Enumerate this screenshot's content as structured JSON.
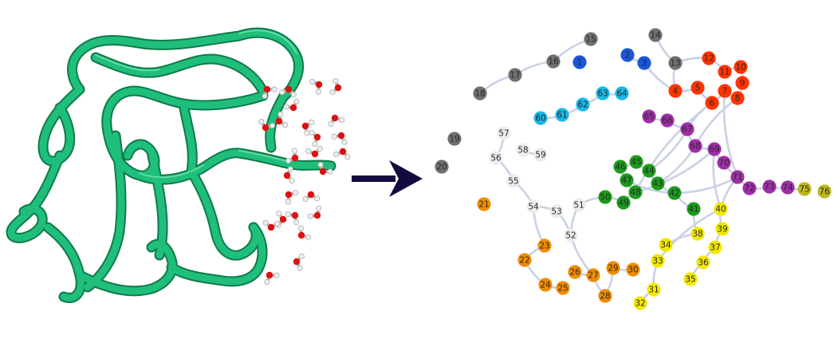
{
  "colors": {
    "gray": "#707070",
    "blue": "#1a55dd",
    "red": "#ff3300",
    "cyan": "#18b8e6",
    "purple": "#a02ea8",
    "olive": "#bdb81c",
    "white": "#ececec",
    "green": "#1c9c1c",
    "yellow": "#f2e800",
    "orange": "#f08c00",
    "edge": "#c9d1e6",
    "ribbon": "#1fbf7b",
    "ribbon_dark": "#0f7a4b",
    "arrow": "#150a40",
    "water_o": "#dd1111",
    "water_h": "#eeeeee"
  },
  "nodes": [
    {
      "id": "1",
      "g": "blue"
    },
    {
      "id": "2",
      "g": "blue"
    },
    {
      "id": "3",
      "g": "blue"
    },
    {
      "id": "4",
      "g": "red"
    },
    {
      "id": "5",
      "g": "red"
    },
    {
      "id": "6",
      "g": "red"
    },
    {
      "id": "7",
      "g": "red"
    },
    {
      "id": "8",
      "g": "red"
    },
    {
      "id": "9",
      "g": "red"
    },
    {
      "id": "10",
      "g": "red"
    },
    {
      "id": "11",
      "g": "red"
    },
    {
      "id": "12",
      "g": "red"
    },
    {
      "id": "13",
      "g": "gray"
    },
    {
      "id": "14",
      "g": "gray"
    },
    {
      "id": "15",
      "g": "gray"
    },
    {
      "id": "16",
      "g": "gray"
    },
    {
      "id": "17",
      "g": "gray"
    },
    {
      "id": "18",
      "g": "gray"
    },
    {
      "id": "19",
      "g": "gray"
    },
    {
      "id": "20",
      "g": "gray"
    },
    {
      "id": "21",
      "g": "orange"
    },
    {
      "id": "22",
      "g": "orange"
    },
    {
      "id": "23",
      "g": "orange"
    },
    {
      "id": "24",
      "g": "orange"
    },
    {
      "id": "25",
      "g": "orange"
    },
    {
      "id": "26",
      "g": "orange"
    },
    {
      "id": "27",
      "g": "orange"
    },
    {
      "id": "28",
      "g": "orange"
    },
    {
      "id": "29",
      "g": "orange"
    },
    {
      "id": "30",
      "g": "orange"
    },
    {
      "id": "31",
      "g": "yellow"
    },
    {
      "id": "32",
      "g": "yellow"
    },
    {
      "id": "33",
      "g": "yellow"
    },
    {
      "id": "34",
      "g": "yellow"
    },
    {
      "id": "35",
      "g": "yellow"
    },
    {
      "id": "36",
      "g": "yellow"
    },
    {
      "id": "37",
      "g": "yellow"
    },
    {
      "id": "38",
      "g": "yellow"
    },
    {
      "id": "39",
      "g": "yellow"
    },
    {
      "id": "40",
      "g": "yellow"
    },
    {
      "id": "41",
      "g": "green"
    },
    {
      "id": "42",
      "g": "green"
    },
    {
      "id": "43",
      "g": "green"
    },
    {
      "id": "44",
      "g": "green"
    },
    {
      "id": "45",
      "g": "green"
    },
    {
      "id": "46",
      "g": "green"
    },
    {
      "id": "47",
      "g": "green"
    },
    {
      "id": "48",
      "g": "green"
    },
    {
      "id": "49",
      "g": "green"
    },
    {
      "id": "50",
      "g": "green"
    },
    {
      "id": "51",
      "g": "white"
    },
    {
      "id": "52",
      "g": "white"
    },
    {
      "id": "53",
      "g": "white"
    },
    {
      "id": "54",
      "g": "white"
    },
    {
      "id": "55",
      "g": "white"
    },
    {
      "id": "56",
      "g": "white"
    },
    {
      "id": "57",
      "g": "white"
    },
    {
      "id": "58",
      "g": "white"
    },
    {
      "id": "59",
      "g": "white"
    },
    {
      "id": "60",
      "g": "cyan"
    },
    {
      "id": "61",
      "g": "cyan"
    },
    {
      "id": "62",
      "g": "cyan"
    },
    {
      "id": "63",
      "g": "cyan"
    },
    {
      "id": "64",
      "g": "cyan"
    },
    {
      "id": "65",
      "g": "purple"
    },
    {
      "id": "66",
      "g": "purple"
    },
    {
      "id": "67",
      "g": "purple"
    },
    {
      "id": "68",
      "g": "purple"
    },
    {
      "id": "69",
      "g": "purple"
    },
    {
      "id": "70",
      "g": "purple"
    },
    {
      "id": "71",
      "g": "purple"
    },
    {
      "id": "72",
      "g": "purple"
    },
    {
      "id": "73",
      "g": "purple"
    },
    {
      "id": "74",
      "g": "purple"
    },
    {
      "id": "75",
      "g": "olive"
    },
    {
      "id": "76",
      "g": "olive"
    }
  ],
  "edges": [
    [
      "15",
      "16"
    ],
    [
      "16",
      "17"
    ],
    [
      "17",
      "18"
    ],
    [
      "14",
      "13"
    ],
    [
      "13",
      "4"
    ],
    [
      "2",
      "3"
    ],
    [
      "3",
      "4"
    ],
    [
      "4",
      "5"
    ],
    [
      "5",
      "6"
    ],
    [
      "6",
      "7"
    ],
    [
      "7",
      "8"
    ],
    [
      "8",
      "9"
    ],
    [
      "9",
      "10"
    ],
    [
      "10",
      "11"
    ],
    [
      "11",
      "12"
    ],
    [
      "12",
      "13"
    ],
    [
      "6",
      "67"
    ],
    [
      "67",
      "68"
    ],
    [
      "68",
      "69"
    ],
    [
      "69",
      "70"
    ],
    [
      "70",
      "71"
    ],
    [
      "71",
      "72"
    ],
    [
      "72",
      "73"
    ],
    [
      "73",
      "74"
    ],
    [
      "74",
      "75"
    ],
    [
      "8",
      "68"
    ],
    [
      "7",
      "71"
    ],
    [
      "65",
      "66"
    ],
    [
      "66",
      "67"
    ],
    [
      "60",
      "61"
    ],
    [
      "61",
      "62"
    ],
    [
      "62",
      "63"
    ],
    [
      "63",
      "64"
    ],
    [
      "46",
      "45"
    ],
    [
      "45",
      "44"
    ],
    [
      "44",
      "43"
    ],
    [
      "43",
      "42"
    ],
    [
      "42",
      "41"
    ],
    [
      "41",
      "38"
    ],
    [
      "38",
      "34"
    ],
    [
      "46",
      "47"
    ],
    [
      "47",
      "48"
    ],
    [
      "48",
      "49"
    ],
    [
      "49",
      "50"
    ],
    [
      "50",
      "51"
    ],
    [
      "51",
      "52"
    ],
    [
      "52",
      "53"
    ],
    [
      "53",
      "54"
    ],
    [
      "54",
      "55"
    ],
    [
      "55",
      "56"
    ],
    [
      "56",
      "57"
    ],
    [
      "58",
      "59"
    ],
    [
      "54",
      "23"
    ],
    [
      "23",
      "22"
    ],
    [
      "22",
      "24"
    ],
    [
      "24",
      "25"
    ],
    [
      "26",
      "27"
    ],
    [
      "27",
      "28"
    ],
    [
      "28",
      "29"
    ],
    [
      "29",
      "30"
    ],
    [
      "52",
      "27"
    ],
    [
      "40",
      "39"
    ],
    [
      "39",
      "37"
    ],
    [
      "37",
      "36"
    ],
    [
      "36",
      "35"
    ],
    [
      "40",
      "33"
    ],
    [
      "33",
      "31"
    ],
    [
      "31",
      "32"
    ],
    [
      "42",
      "71"
    ],
    [
      "43",
      "68"
    ],
    [
      "44",
      "67"
    ],
    [
      "48",
      "69"
    ],
    [
      "69",
      "40"
    ],
    [
      "71",
      "40"
    ],
    [
      "47",
      "42"
    ],
    [
      "6",
      "48"
    ]
  ]
}
